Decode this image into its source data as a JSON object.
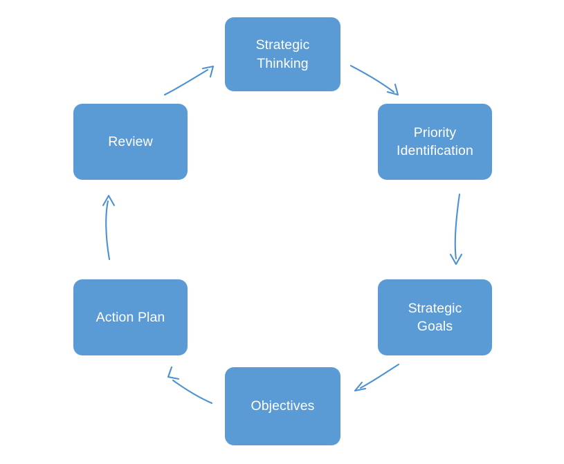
{
  "diagram": {
    "type": "cycle",
    "direction": "clockwise",
    "colors": {
      "node_fill": "#5B9BD5",
      "node_text": "#FFFFFF",
      "arrow": "#4A90D2",
      "background": "#FFFFFF"
    },
    "nodes": [
      {
        "id": "strategic-thinking",
        "label": "Strategic\nThinking",
        "position": "top"
      },
      {
        "id": "priority-identification",
        "label": "Priority\nIdentification",
        "position": "upper-right"
      },
      {
        "id": "strategic-goals",
        "label": "Strategic\nGoals",
        "position": "lower-right"
      },
      {
        "id": "objectives",
        "label": "Objectives",
        "position": "bottom"
      },
      {
        "id": "action-plan",
        "label": "Action Plan",
        "position": "lower-left"
      },
      {
        "id": "review",
        "label": "Review",
        "position": "upper-left"
      }
    ],
    "connectors": [
      {
        "id": "arrow-strategic-thinking-to-priority-identification",
        "from": "strategic-thinking",
        "to": "priority-identification"
      },
      {
        "id": "arrow-priority-identification-to-strategic-goals",
        "from": "priority-identification",
        "to": "strategic-goals"
      },
      {
        "id": "arrow-strategic-goals-to-objectives",
        "from": "strategic-goals",
        "to": "objectives"
      },
      {
        "id": "arrow-objectives-to-action-plan",
        "from": "objectives",
        "to": "action-plan"
      },
      {
        "id": "arrow-action-plan-to-review",
        "from": "action-plan",
        "to": "review"
      },
      {
        "id": "arrow-review-to-strategic-thinking",
        "from": "review",
        "to": "strategic-thinking"
      }
    ]
  }
}
